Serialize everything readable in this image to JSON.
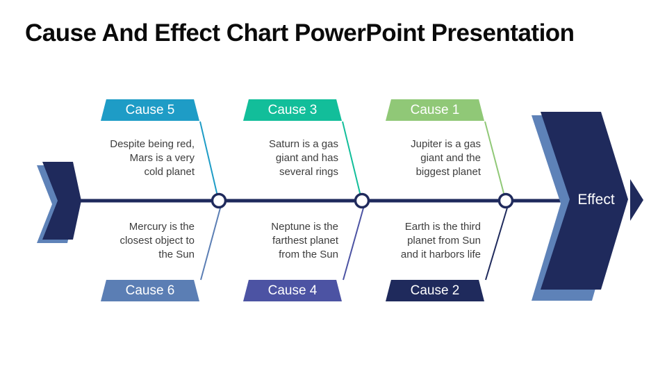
{
  "slide": {
    "title": "Cause And Effect Chart PowerPoint Presentation",
    "background": "#ffffff",
    "text_color": "#3d3d3d"
  },
  "spine": {
    "color": "#1f2a5c",
    "node_fill": "#ffffff"
  },
  "effect": {
    "label": "Effect",
    "color": "#1f2a5c",
    "shadow_color": "#5e82b8"
  },
  "causes": [
    {
      "label": "Cause 1",
      "color": "#90c877",
      "position": "top",
      "note": "Jupiter is a gas\ngiant and the\nbiggest planet"
    },
    {
      "label": "Cause 2",
      "color": "#1f2a5c",
      "position": "bottom",
      "note": "Earth is the third\nplanet from Sun\nand it harbors life"
    },
    {
      "label": "Cause 3",
      "color": "#12be9a",
      "position": "top",
      "note": "Saturn is a gas\ngiant and has\nseveral rings"
    },
    {
      "label": "Cause 4",
      "color": "#4c53a3",
      "position": "bottom",
      "note": "Neptune is the\nfarthest planet\nfrom the Sun"
    },
    {
      "label": "Cause 5",
      "color": "#1e9cc6",
      "position": "top",
      "note": "Despite being red,\nMars is a very\ncold planet"
    },
    {
      "label": "Cause 6",
      "color": "#5b7eb4",
      "position": "bottom",
      "note": "Mercury is the\nclosest object to\nthe Sun"
    }
  ]
}
